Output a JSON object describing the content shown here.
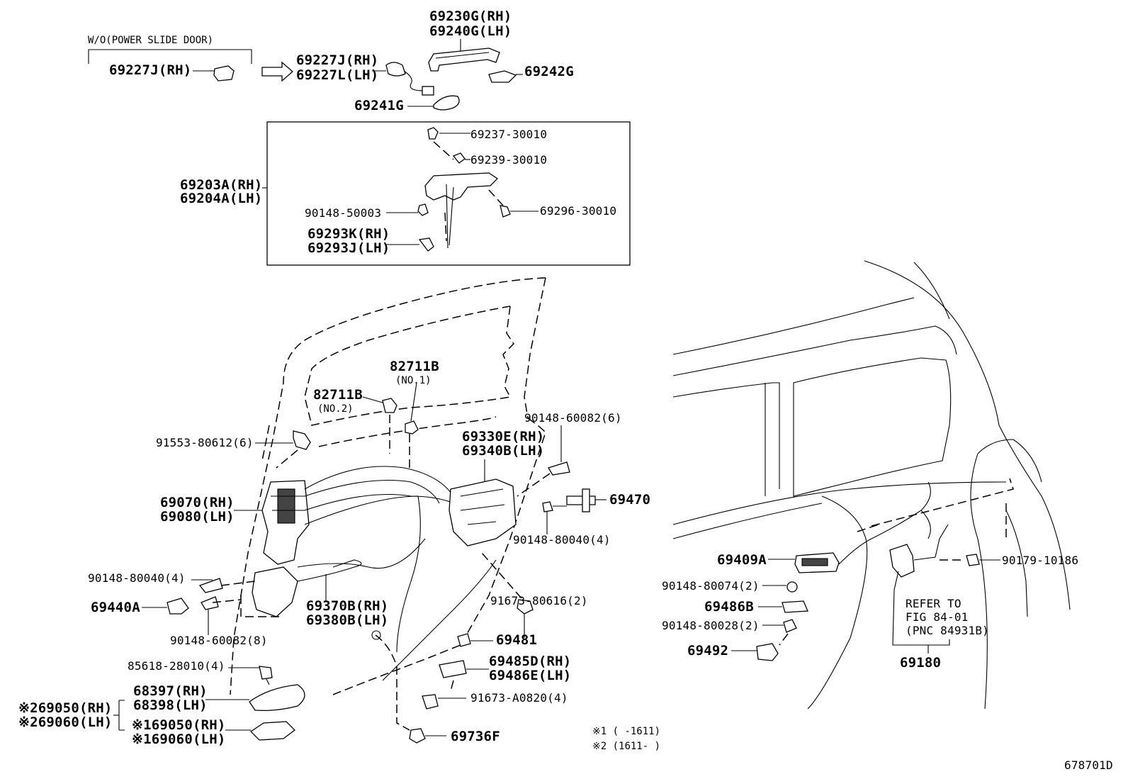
{
  "diagram": {
    "image_code": "678701D",
    "condition_label": "W/O(POWER SLIDE DOOR)",
    "notes": [
      "※1 (      -1611)",
      "※2 (1611-      )"
    ],
    "handle_group": {
      "p69227j_rh_only": "69227J(RH)",
      "p69227j_rh": "69227J(RH)",
      "p69227l_lh": "69227L(LH)",
      "p69230g_rh": "69230G(RH)",
      "p69240g_lh": "69240G(LH)",
      "p69242g": "69242G",
      "p69241g": "69241G"
    },
    "frame_group": {
      "p69237": "69237-30010",
      "p69239": "69239-30010",
      "p69203a_rh": "69203A(RH)",
      "p69204a_lh": "69204A(LH)",
      "p90148_50003": "90148-50003",
      "p69296": "69296-30010",
      "p69293k_rh": "69293K(RH)",
      "p69293j_lh": "69293J(LH)"
    },
    "door_group": {
      "p82711b_no1": "82711B",
      "no1": "(NO.1)",
      "p82711b_no2": "82711B",
      "no2": "(NO.2)",
      "p91553": "91553-80612(6)",
      "p90148_60082_6": "90148-60082(6)",
      "p69330e_rh": "69330E(RH)",
      "p69340b_lh": "69340B(LH)",
      "p69470": "69470",
      "p69070_rh": "69070(RH)",
      "p69080_lh": "69080(LH)",
      "p90148_80040_4b": "90148-80040(4)",
      "p90148_80040_4a": "90148-80040(4)",
      "p91673_80616": "91673-80616(2)",
      "p69440a": "69440A",
      "p69370b_rh": "69370B(RH)",
      "p69380b_lh": "69380B(LH)",
      "p90148_60082_8": "90148-60082(8)",
      "p69481": "69481",
      "p85618": "85618-28010(4)",
      "p69485d_rh": "69485D(RH)",
      "p69486e_lh": "69486E(LH)",
      "p68397_rh": "68397(RH)",
      "p68398_lh": "68398(LH)",
      "p91673_a0820": "91673-A0820(4)",
      "p69050_rh_2": "※269050(RH)",
      "p69060_lh_2": "※269060(LH)",
      "p69050_rh_1": "※169050(RH)",
      "p69060_lh_1": "※169060(LH)",
      "p69736f": "69736F"
    },
    "body_group": {
      "p69409a": "69409A",
      "p90179": "90179-10186",
      "p90148_80074": "90148-80074(2)",
      "p69486b": "69486B",
      "p90148_80028": "90148-80028(2)",
      "p69492": "69492",
      "refer_1": "REFER TO",
      "refer_2": "FIG 84-01",
      "refer_3": "(PNC 84931B)",
      "p69180": "69180"
    }
  }
}
